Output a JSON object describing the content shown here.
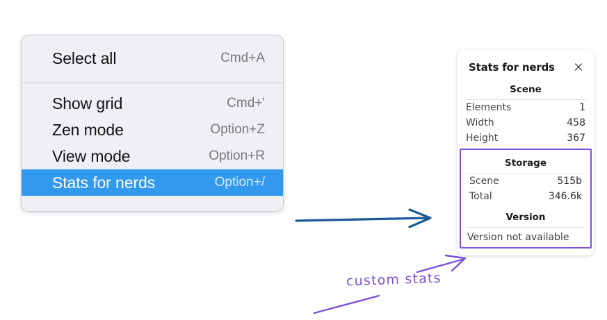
{
  "context_menu": {
    "groups": [
      {
        "items": [
          {
            "label": "Select all",
            "shortcut": "Cmd+A",
            "selected": false
          }
        ]
      },
      {
        "items": [
          {
            "label": "Show grid",
            "shortcut": "Cmd+'",
            "selected": false
          },
          {
            "label": "Zen mode",
            "shortcut": "Option+Z",
            "selected": false
          },
          {
            "label": "View mode",
            "shortcut": "Option+R",
            "selected": false
          },
          {
            "label": "Stats for nerds",
            "shortcut": "Option+/",
            "selected": true
          }
        ]
      }
    ],
    "selected_highlight_color": "#3399ec",
    "background_color": "#eff0f3"
  },
  "stats_panel": {
    "title": "Stats for nerds",
    "close_icon": "close-icon",
    "scene": {
      "heading": "Scene",
      "rows": [
        {
          "key": "Elements",
          "value": "1"
        },
        {
          "key": "Width",
          "value": "458"
        },
        {
          "key": "Height",
          "value": "367"
        }
      ]
    },
    "custom": {
      "border_color": "#7a52d6",
      "storage": {
        "heading": "Storage",
        "rows": [
          {
            "key": "Scene",
            "value": "515b"
          },
          {
            "key": "Total",
            "value": "346.6k"
          }
        ]
      },
      "version": {
        "heading": "Version",
        "text": "Version not available"
      }
    }
  },
  "annotations": {
    "blue_arrow_color": "#1a5a96",
    "purple_color": "#7a52d6",
    "handwriting": "custom stats"
  }
}
